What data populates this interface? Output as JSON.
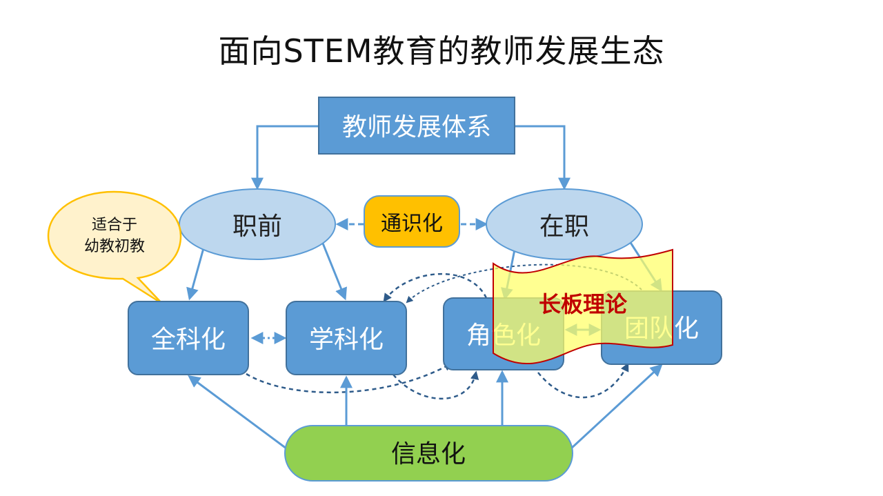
{
  "title": "面向STEM教育的教师发展生态",
  "nodes": {
    "system": "教师发展体系",
    "preservice": "职前",
    "inservice": "在职",
    "general": "通识化",
    "all_subjects": "全科化",
    "subject": "学科化",
    "role": "角色化",
    "team": "团队化",
    "info": "信息化"
  },
  "callout": {
    "line1": "适合于",
    "line2": "幼教初教"
  },
  "banner": "长板理论",
  "colors": {
    "box": "#5b9bd5",
    "box_border": "#41719c",
    "ellipse": "#bdd7ee",
    "ellipse_border": "#5b9bd5",
    "orange": "#ffc000",
    "green": "#92d050",
    "callout": "#fff2cc",
    "callout_border": "#ffc000",
    "banner_fill": "#ffff66",
    "banner_border": "#c00000",
    "banner_text": "#c00000",
    "arrow": "#5b9bd5",
    "dashed": "#2e5b8a"
  }
}
